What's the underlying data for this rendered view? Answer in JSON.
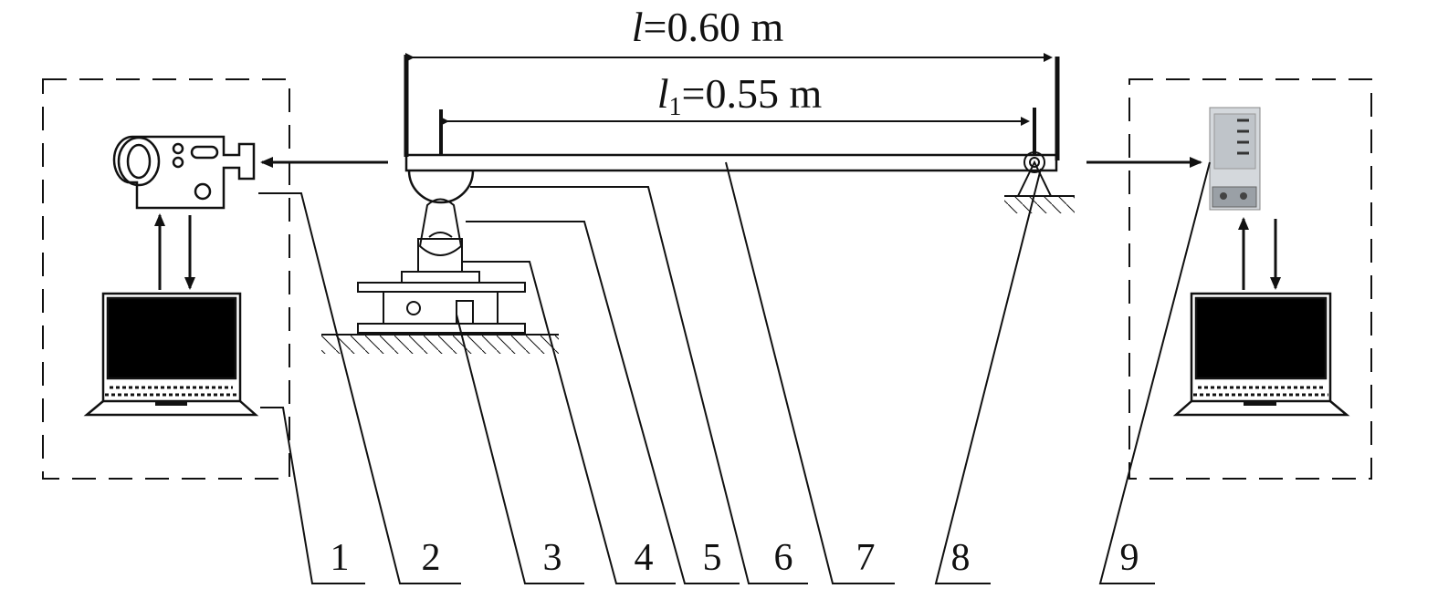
{
  "dimensions": {
    "total_length": {
      "symbol": "l",
      "value_text": "=0.60 m"
    },
    "inner_length": {
      "symbol": "l",
      "subscript": "1",
      "value_text": "=0.55 m"
    }
  },
  "labels": [
    "1",
    "2",
    "3",
    "4",
    "5",
    "6",
    "7",
    "8",
    "9"
  ]
}
